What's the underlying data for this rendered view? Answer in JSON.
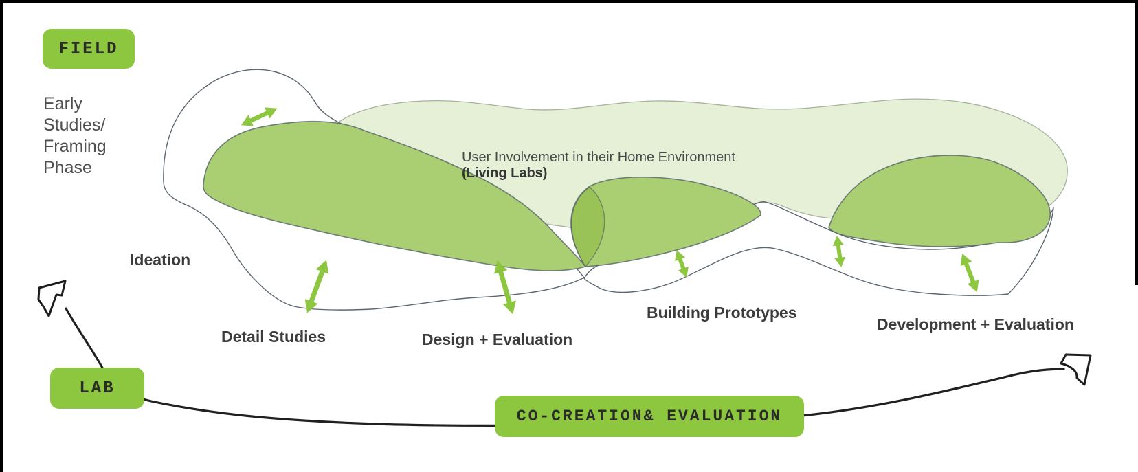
{
  "diagram": {
    "badges": {
      "field": "FIELD",
      "lab": "LAB",
      "cocreation": "CO-CREATION& EVALUATION"
    },
    "side_note": "Early\nStudies/\nFraming\nPhase",
    "living_labs": {
      "text": "User Involvement in their Home Environment ",
      "highlight": "(Living Labs)"
    },
    "phases": [
      {
        "label": "Ideation"
      },
      {
        "label": "Detail Studies"
      },
      {
        "label": "Design + Evaluation"
      },
      {
        "label": "Building Prototypes"
      },
      {
        "label": "Development + Evaluation"
      }
    ],
    "colors": {
      "accent_green": "#8dc63f",
      "blob_green": "#a9cf72",
      "blob_light_green": "#e5f0d7",
      "overlap_green": "#99c356",
      "outline_gray": "#5b6671",
      "ink_black": "#202020"
    }
  }
}
